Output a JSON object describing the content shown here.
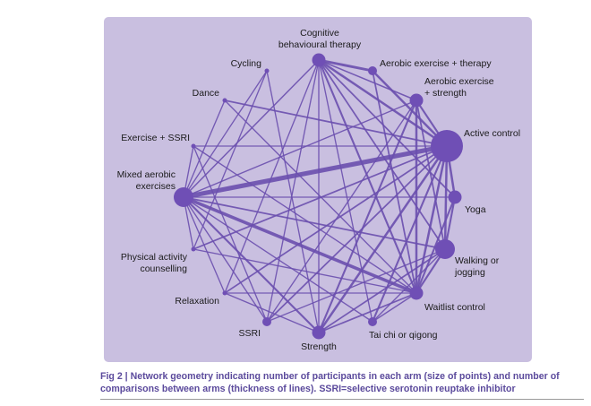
{
  "colors": {
    "panel_background": "#c9bfe0",
    "edge": "#6a4fae",
    "node": "#6f4fb5",
    "caption_text": "#5b4a9c"
  },
  "network": {
    "nodes": [
      {
        "id": "cbt",
        "label_lines": [
          "Cognitive",
          "behavioural therapy"
        ],
        "size": "medium"
      },
      {
        "id": "aero_therapy",
        "label_lines": [
          "Aerobic exercise + therapy"
        ],
        "size": "small"
      },
      {
        "id": "aero_strength",
        "label_lines": [
          "Aerobic exercise",
          "+ strength"
        ],
        "size": "medium"
      },
      {
        "id": "active_control",
        "label_lines": [
          "Active control"
        ],
        "size": "very large"
      },
      {
        "id": "yoga",
        "label_lines": [
          "Yoga"
        ],
        "size": "medium"
      },
      {
        "id": "walking",
        "label_lines": [
          "Walking or",
          "jogging"
        ],
        "size": "large"
      },
      {
        "id": "waitlist",
        "label_lines": [
          "Waitlist control"
        ],
        "size": "medium"
      },
      {
        "id": "taichi",
        "label_lines": [
          "Tai chi or qigong"
        ],
        "size": "small"
      },
      {
        "id": "strength",
        "label_lines": [
          "Strength"
        ],
        "size": "medium"
      },
      {
        "id": "ssri",
        "label_lines": [
          "SSRI"
        ],
        "size": "small"
      },
      {
        "id": "relaxation",
        "label_lines": [
          "Relaxation"
        ],
        "size": "tiny"
      },
      {
        "id": "pac",
        "label_lines": [
          "Physical activity",
          "counselling"
        ],
        "size": "tiny"
      },
      {
        "id": "mixed",
        "label_lines": [
          "Mixed aerobic",
          "exercises"
        ],
        "size": "large"
      },
      {
        "id": "ex_ssri",
        "label_lines": [
          "Exercise + SSRI"
        ],
        "size": "tiny"
      },
      {
        "id": "dance",
        "label_lines": [
          "Dance"
        ],
        "size": "tiny"
      },
      {
        "id": "cycling",
        "label_lines": [
          "Cycling"
        ],
        "size": "tiny"
      }
    ],
    "edges": [
      {
        "a": "mixed",
        "b": "active_control",
        "weight": 6
      },
      {
        "a": "mixed",
        "b": "waitlist",
        "weight": 4
      },
      {
        "a": "cbt",
        "b": "active_control",
        "weight": 2.5
      },
      {
        "a": "cbt",
        "b": "aero_therapy",
        "weight": 3
      },
      {
        "a": "cbt",
        "b": "waitlist",
        "weight": 2
      },
      {
        "a": "cbt",
        "b": "walking",
        "weight": 1.5
      },
      {
        "a": "cbt",
        "b": "yoga",
        "weight": 1.5
      },
      {
        "a": "cbt",
        "b": "aero_strength",
        "weight": 1.2
      },
      {
        "a": "cbt",
        "b": "mixed",
        "weight": 1.2
      },
      {
        "a": "cbt",
        "b": "strength",
        "weight": 1
      },
      {
        "a": "cbt",
        "b": "relaxation",
        "weight": 1
      },
      {
        "a": "cbt",
        "b": "ssri",
        "weight": 1
      },
      {
        "a": "aero_therapy",
        "b": "active_control",
        "weight": 2.5
      },
      {
        "a": "aero_therapy",
        "b": "waitlist",
        "weight": 1.5
      },
      {
        "a": "aero_strength",
        "b": "active_control",
        "weight": 2
      },
      {
        "a": "aero_strength",
        "b": "waitlist",
        "weight": 2.5
      },
      {
        "a": "aero_strength",
        "b": "walking",
        "weight": 1.5
      },
      {
        "a": "aero_strength",
        "b": "strength",
        "weight": 2
      },
      {
        "a": "aero_strength",
        "b": "mixed",
        "weight": 1
      },
      {
        "a": "aero_strength",
        "b": "ssri",
        "weight": 1
      },
      {
        "a": "active_control",
        "b": "yoga",
        "weight": 2.5
      },
      {
        "a": "active_control",
        "b": "walking",
        "weight": 2.5
      },
      {
        "a": "active_control",
        "b": "waitlist",
        "weight": 2.5
      },
      {
        "a": "active_control",
        "b": "strength",
        "weight": 2.5
      },
      {
        "a": "active_control",
        "b": "taichi",
        "weight": 2
      },
      {
        "a": "active_control",
        "b": "ssri",
        "weight": 1.5
      },
      {
        "a": "active_control",
        "b": "relaxation",
        "weight": 1.5
      },
      {
        "a": "active_control",
        "b": "pac",
        "weight": 1.5
      },
      {
        "a": "active_control",
        "b": "ex_ssri",
        "weight": 1
      },
      {
        "a": "active_control",
        "b": "dance",
        "weight": 1.5
      },
      {
        "a": "yoga",
        "b": "walking",
        "weight": 2
      },
      {
        "a": "yoga",
        "b": "waitlist",
        "weight": 2
      },
      {
        "a": "yoga",
        "b": "mixed",
        "weight": 1
      },
      {
        "a": "walking",
        "b": "waitlist",
        "weight": 2
      },
      {
        "a": "walking",
        "b": "mixed",
        "weight": 1.5
      },
      {
        "a": "walking",
        "b": "taichi",
        "weight": 1
      },
      {
        "a": "walking",
        "b": "strength",
        "weight": 1.5
      },
      {
        "a": "walking",
        "b": "ssri",
        "weight": 1
      },
      {
        "a": "waitlist",
        "b": "strength",
        "weight": 1.5
      },
      {
        "a": "waitlist",
        "b": "taichi",
        "weight": 1
      },
      {
        "a": "waitlist",
        "b": "relaxation",
        "weight": 1
      },
      {
        "a": "waitlist",
        "b": "pac",
        "weight": 1
      },
      {
        "a": "waitlist",
        "b": "ex_ssri",
        "weight": 1
      },
      {
        "a": "strength",
        "b": "mixed",
        "weight": 2
      },
      {
        "a": "strength",
        "b": "relaxation",
        "weight": 1
      },
      {
        "a": "ssri",
        "b": "mixed",
        "weight": 1
      },
      {
        "a": "ssri",
        "b": "ex_ssri",
        "weight": 1
      },
      {
        "a": "relaxation",
        "b": "mixed",
        "weight": 1
      },
      {
        "a": "pac",
        "b": "mixed",
        "weight": 1
      },
      {
        "a": "pac",
        "b": "cycling",
        "weight": 1
      },
      {
        "a": "ex_ssri",
        "b": "mixed",
        "weight": 1
      },
      {
        "a": "dance",
        "b": "mixed",
        "weight": 1
      },
      {
        "a": "dance",
        "b": "waitlist",
        "weight": 1
      },
      {
        "a": "cycling",
        "b": "mixed",
        "weight": 1
      },
      {
        "a": "cycling",
        "b": "strength",
        "weight": 1
      },
      {
        "a": "taichi",
        "b": "cbt",
        "weight": 1
      },
      {
        "a": "taichi",
        "b": "mixed",
        "weight": 1
      }
    ]
  },
  "caption": "Fig 2 | Network geometry indicating number of participants in each arm (size of points) and number of comparisons between arms (thickness of lines). SSRI=selective serotonin reuptake inhibitor"
}
